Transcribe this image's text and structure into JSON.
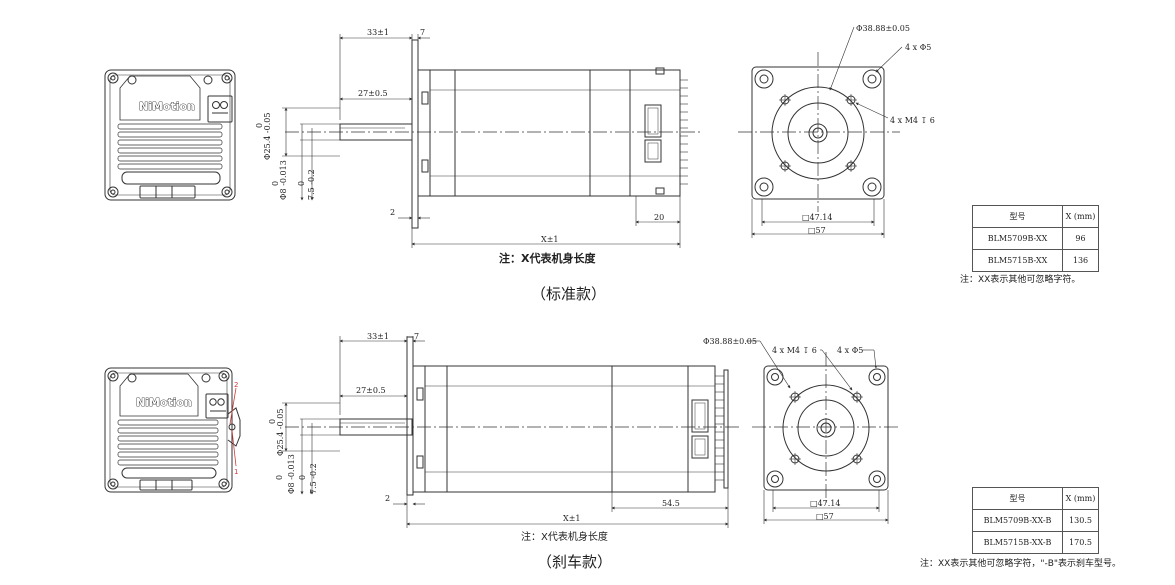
{
  "top": {
    "label_x": "X±1",
    "dim_33": "33±1",
    "dim_7": "7",
    "dim_27": "27±0.5",
    "dim_2": "2",
    "dim_20": "20",
    "dim_shaft_dia": "Φ25.4 -0.05",
    "dim_shaft_dia_zero": "0",
    "dim_shaft_8": "Φ8 -0.013",
    "dim_shaft_8_zero": "0",
    "dim_flat": "7.5 -0.2",
    "dim_flat_zero": "0",
    "dim_pcd": "Φ38.88±0.05",
    "dim_holes": "4 x Φ5",
    "dim_threads": "4 x M4 ↧ 6",
    "dim_4714": "□47.14",
    "dim_57": "□57",
    "note": "注：X代表机身长度",
    "caption": "（标准款）",
    "logo": "NiMotion",
    "table": {
      "header_model": "型号",
      "header_x": "X (mm)",
      "rows": [
        {
          "model": "BLM5709B-XX",
          "x": "96"
        },
        {
          "model": "BLM5715B-XX",
          "x": "136"
        }
      ],
      "note": "注：XX表示其他可忽略字符。"
    }
  },
  "bottom": {
    "label_x": "X±1",
    "dim_33": "33±1",
    "dim_7": "7",
    "dim_27": "27±0.5",
    "dim_2": "2",
    "dim_545": "54.5",
    "dim_shaft_dia": "Φ25.4 -0.05",
    "dim_shaft_dia_zero": "0",
    "dim_shaft_8": "Φ8 -0.013",
    "dim_shaft_8_zero": "0",
    "dim_flat": "7.5 -0.2",
    "dim_flat_zero": "0",
    "dim_pcd": "Φ38.88±0.05",
    "dim_threads": "4 x M4 ↧ 6",
    "dim_holes": "4 x Φ5",
    "dim_4714": "□47.14",
    "dim_57": "□57",
    "brake_pin_1": "1",
    "brake_pin_2": "2",
    "note": "注：X代表机身长度",
    "caption": "（刹车款）",
    "logo": "NiMotion",
    "table": {
      "header_model": "型号",
      "header_x": "X (mm)",
      "rows": [
        {
          "model": "BLM5709B-XX-B",
          "x": "130.5"
        },
        {
          "model": "BLM5715B-XX-B",
          "x": "170.5"
        }
      ],
      "note": "注：XX表示其他可忽略字符，\"-B\"表示刹车型号。"
    }
  },
  "colors": {
    "line": "#333333",
    "brake": "#d23b3b"
  }
}
